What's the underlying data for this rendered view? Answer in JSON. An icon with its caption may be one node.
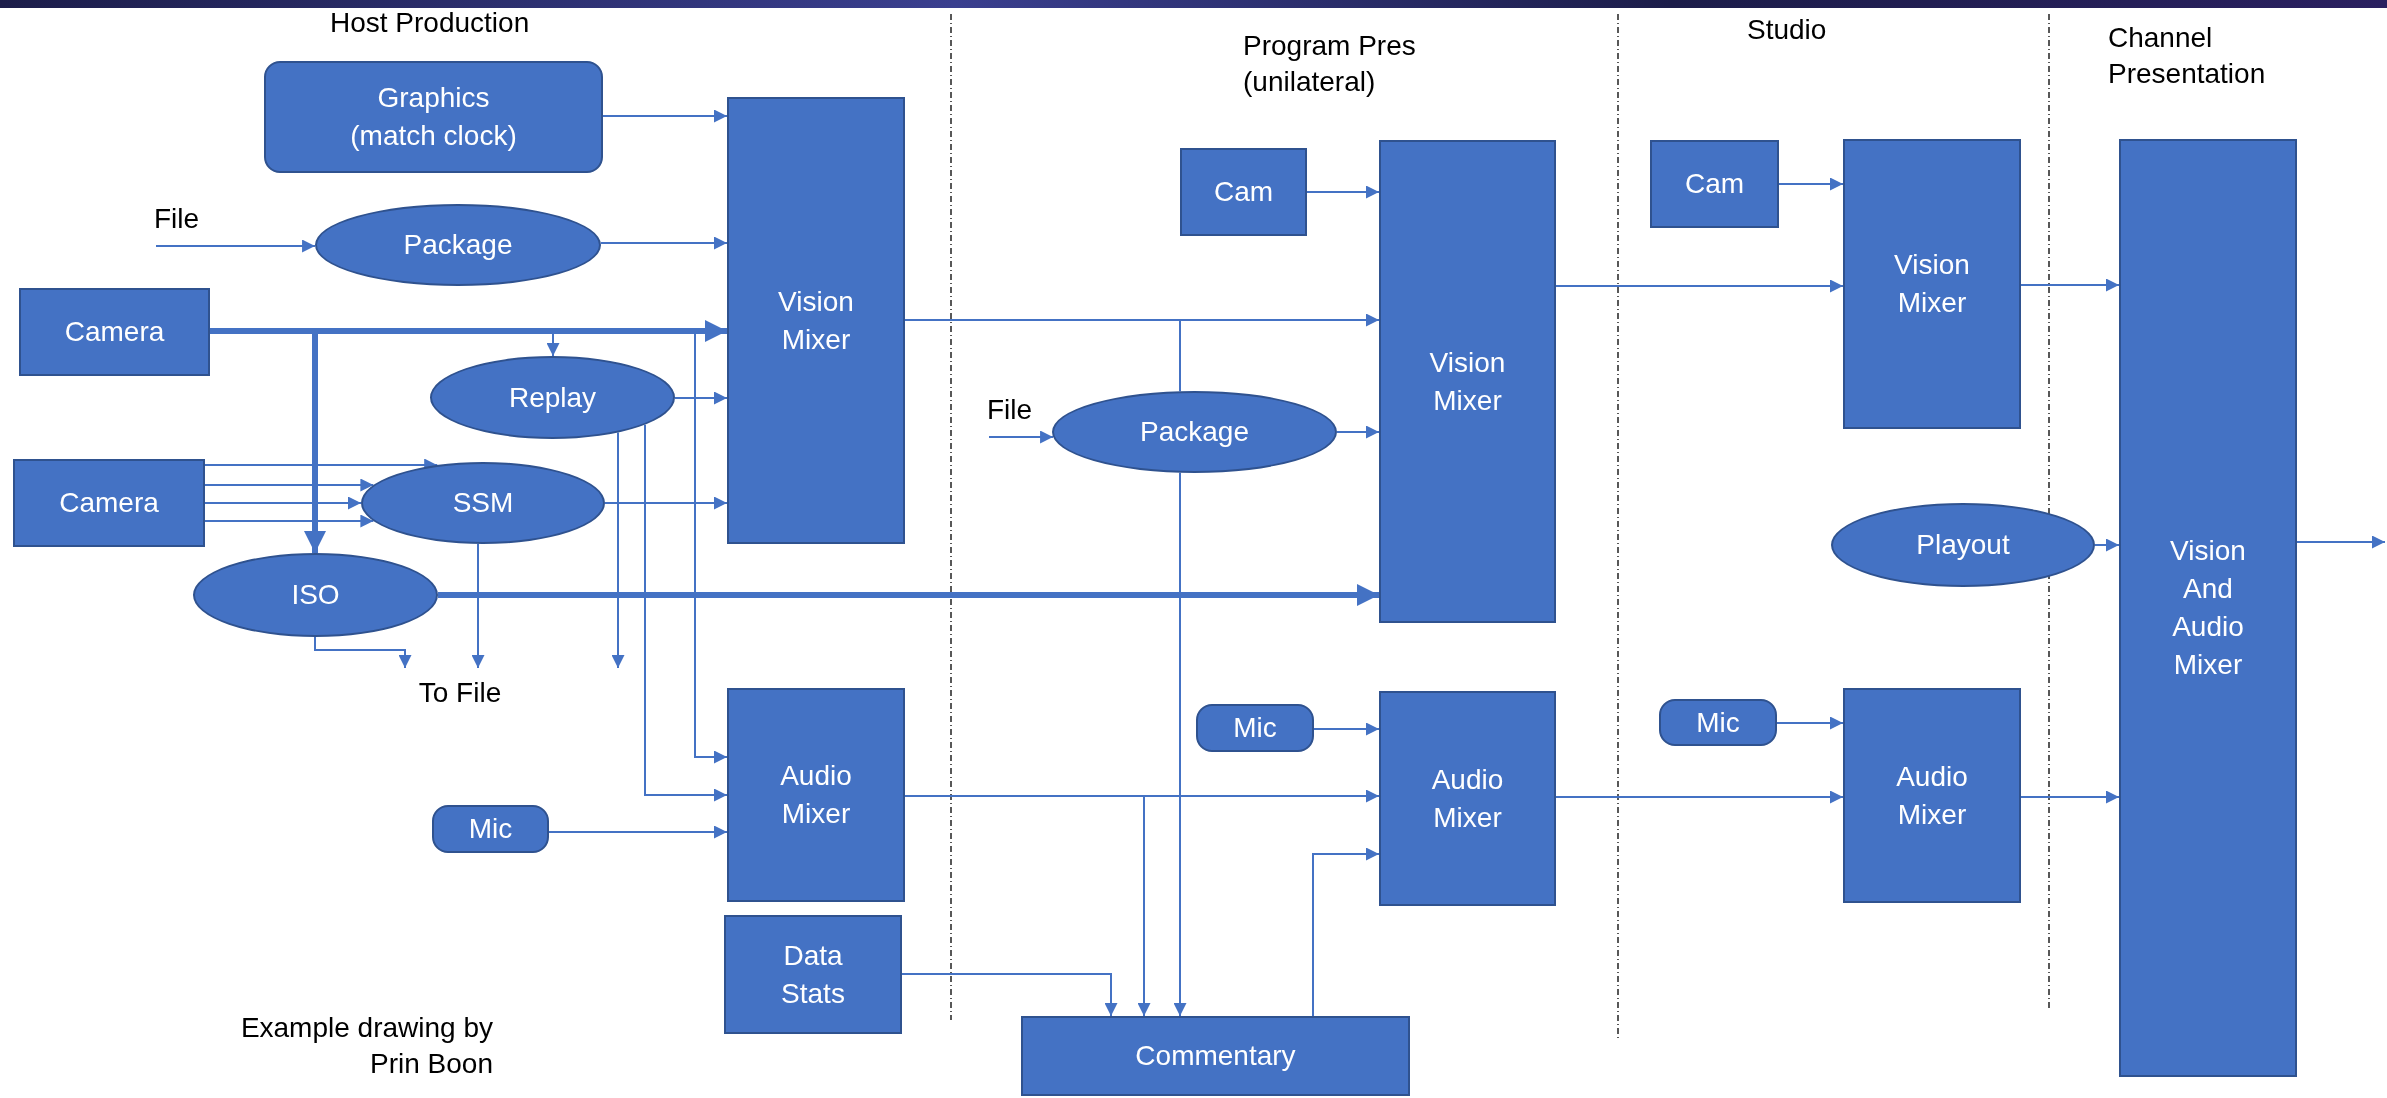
{
  "diagram": {
    "caption": "Example drawing by Prin Boon",
    "nodes": [
      {
        "text": [
          "Graphics (match clock)"
        ]
      },
      {
        "text": [
          "Package"
        ]
      },
      {
        "text": [
          "Camera"
        ]
      },
      {
        "text": [
          "Vision Mixer"
        ]
      },
      {
        "text": [
          "Replay"
        ]
      },
      {
        "text": [
          "Camera"
        ]
      },
      {
        "text": [
          "SSM"
        ]
      },
      {
        "text": [
          "ISO"
        ]
      },
      {
        "text": [
          "Audio Mixer"
        ]
      },
      {
        "text": [
          "Mic"
        ]
      },
      {
        "text": [
          "Data Stats"
        ]
      },
      {
        "text": [
          "Cam"
        ]
      },
      {
        "text": [
          "Package"
        ]
      },
      {
        "text": [
          "Vision Mixer"
        ]
      },
      {
        "text": [
          "Mic"
        ]
      },
      {
        "text": [
          "Audio Mixer"
        ]
      },
      {
        "text": [
          "Commentary"
        ]
      },
      {
        "text": [
          "Cam"
        ]
      },
      {
        "text": [
          "Vision Mixer"
        ]
      },
      {
        "text": [
          "Playout"
        ]
      },
      {
        "text": [
          "Mic"
        ]
      },
      {
        "text": [
          "Audio Mixer"
        ]
      },
      {
        "text": [
          "Vision And Audio Mixer"
        ]
      },
      {
        "text": [
          "To File"
        ]
      }
    ],
    "edges": [
      {
        "from": null,
        "to": 1,
        "arrow": "to",
        "label": "File"
      },
      {
        "from": 0,
        "to": 3,
        "arrow": "to"
      },
      {
        "from": 1,
        "to": 3,
        "arrow": "to"
      },
      {
        "from": 2,
        "to": 3,
        "arrow": "to",
        "style": "thick"
      },
      {
        "from": 2,
        "to": 4,
        "arrow": "to"
      },
      {
        "from": 2,
        "to": 7,
        "arrow": "to",
        "style": "thick"
      },
      {
        "from": 2,
        "to": 8,
        "arrow": "to"
      },
      {
        "from": 4,
        "to": 3,
        "arrow": "to"
      },
      {
        "from": 4,
        "to": 8,
        "arrow": "to"
      },
      {
        "from": 4,
        "to": 23,
        "arrow": "to"
      },
      {
        "from": 5,
        "to": 6,
        "arrow": "to"
      },
      {
        "from": 5,
        "to": 6,
        "arrow": "to"
      },
      {
        "from": 5,
        "to": 6,
        "arrow": "to"
      },
      {
        "from": 5,
        "to": 6,
        "arrow": "to"
      },
      {
        "from": 6,
        "to": 3,
        "arrow": "to"
      },
      {
        "from": 6,
        "to": 23,
        "arrow": "to"
      },
      {
        "from": 7,
        "to": 23,
        "arrow": "to"
      },
      {
        "from": 7,
        "to": 13,
        "arrow": "to",
        "style": "thick"
      },
      {
        "from": 3,
        "to": 13,
        "arrow": "to"
      },
      {
        "from": 3,
        "to": 12,
        "arrow": "none"
      },
      {
        "from": 8,
        "to": 15,
        "arrow": "to"
      },
      {
        "from": 8,
        "to": 16,
        "arrow": "to"
      },
      {
        "from": 9,
        "to": 8,
        "arrow": "to"
      },
      {
        "from": 10,
        "to": 16,
        "arrow": "to"
      },
      {
        "from": null,
        "to": 12,
        "arrow": "to",
        "label": "File"
      },
      {
        "from": 11,
        "to": 13,
        "arrow": "to"
      },
      {
        "from": 12,
        "to": 13,
        "arrow": "to"
      },
      {
        "from": 14,
        "to": 15,
        "arrow": "to"
      },
      {
        "from": 16,
        "to": 15,
        "arrow": "to"
      },
      {
        "from": 13,
        "to": 18,
        "arrow": "to"
      },
      {
        "from": 15,
        "to": 21,
        "arrow": "to"
      },
      {
        "from": 17,
        "to": 18,
        "arrow": "to"
      },
      {
        "from": 18,
        "to": 22,
        "arrow": "to"
      },
      {
        "from": 19,
        "to": 22,
        "arrow": "to"
      },
      {
        "from": 20,
        "to": 21,
        "arrow": "to"
      },
      {
        "from": 21,
        "to": 22,
        "arrow": "to"
      },
      {
        "from": 22,
        "to": null,
        "arrow": "to"
      },
      {
        "from": 12,
        "to": 16,
        "arrow": "to"
      }
    ],
    "labels": [
      "Host Production",
      "Program Pres (unilateral)",
      "Studio",
      "Channel Presentation"
    ]
  }
}
